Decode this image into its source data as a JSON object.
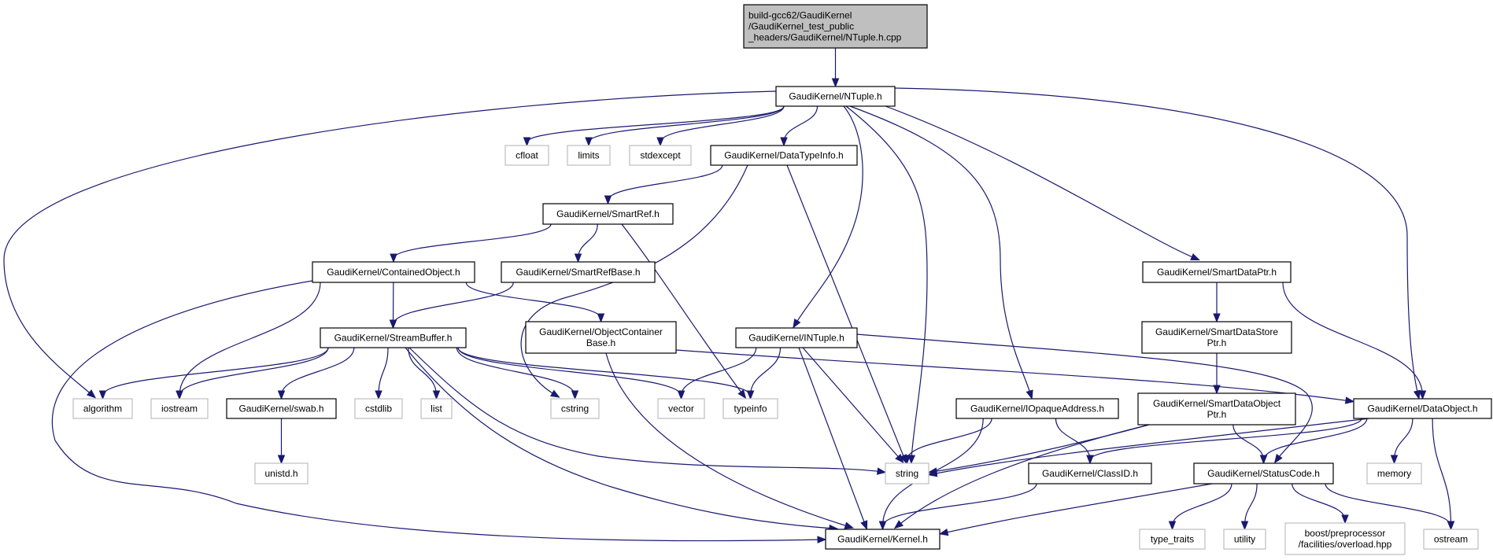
{
  "colors": {
    "edge": "#191970",
    "internal_border": "#000000",
    "external_border": "#bfbfbf",
    "root_fill": "#bfbfbf",
    "fill": "#ffffff"
  },
  "nodes": {
    "root": {
      "label": [
        "build-gcc62/GaudiKernel",
        "/GaudiKernel_test_public",
        "_headers/GaudiKernel/NTuple.h.cpp"
      ],
      "kind": "root"
    },
    "ntuple": {
      "label": [
        "GaudiKernel/NTuple.h"
      ],
      "kind": "internal"
    },
    "cfloat": {
      "label": [
        "cfloat"
      ],
      "kind": "external"
    },
    "limits": {
      "label": [
        "limits"
      ],
      "kind": "external"
    },
    "stdexcept": {
      "label": [
        "stdexcept"
      ],
      "kind": "external"
    },
    "datatypeinfo": {
      "label": [
        "GaudiKernel/DataTypeInfo.h"
      ],
      "kind": "internal"
    },
    "smartref": {
      "label": [
        "GaudiKernel/SmartRef.h"
      ],
      "kind": "internal"
    },
    "containedobject": {
      "label": [
        "GaudiKernel/ContainedObject.h"
      ],
      "kind": "internal"
    },
    "smartrefbase": {
      "label": [
        "GaudiKernel/SmartRefBase.h"
      ],
      "kind": "internal"
    },
    "streambuffer": {
      "label": [
        "GaudiKernel/StreamBuffer.h"
      ],
      "kind": "internal"
    },
    "objectcontainerbase": {
      "label": [
        "GaudiKernel/ObjectContainer",
        "Base.h"
      ],
      "kind": "internal"
    },
    "intuple": {
      "label": [
        "GaudiKernel/INTuple.h"
      ],
      "kind": "internal"
    },
    "smartdataptr": {
      "label": [
        "GaudiKernel/SmartDataPtr.h"
      ],
      "kind": "internal"
    },
    "smartdatastoreptr": {
      "label": [
        "GaudiKernel/SmartDataStore",
        "Ptr.h"
      ],
      "kind": "internal"
    },
    "smartdataobjectptr": {
      "label": [
        "GaudiKernel/SmartDataObject",
        "Ptr.h"
      ],
      "kind": "internal"
    },
    "dataobject": {
      "label": [
        "GaudiKernel/DataObject.h"
      ],
      "kind": "internal"
    },
    "iopaqueaddress": {
      "label": [
        "GaudiKernel/IOpaqueAddress.h"
      ],
      "kind": "internal"
    },
    "algorithm": {
      "label": [
        "algorithm"
      ],
      "kind": "external"
    },
    "iostream": {
      "label": [
        "iostream"
      ],
      "kind": "external"
    },
    "swab": {
      "label": [
        "GaudiKernel/swab.h"
      ],
      "kind": "internal"
    },
    "cstdlib": {
      "label": [
        "cstdlib"
      ],
      "kind": "external"
    },
    "list": {
      "label": [
        "list"
      ],
      "kind": "external"
    },
    "cstring": {
      "label": [
        "cstring"
      ],
      "kind": "external"
    },
    "vector": {
      "label": [
        "vector"
      ],
      "kind": "external"
    },
    "typeinfo": {
      "label": [
        "typeinfo"
      ],
      "kind": "external"
    },
    "unistd": {
      "label": [
        "unistd.h"
      ],
      "kind": "external"
    },
    "string": {
      "label": [
        "string"
      ],
      "kind": "external"
    },
    "classid": {
      "label": [
        "GaudiKernel/ClassID.h"
      ],
      "kind": "internal"
    },
    "statuscode": {
      "label": [
        "GaudiKernel/StatusCode.h"
      ],
      "kind": "internal"
    },
    "memory": {
      "label": [
        "memory"
      ],
      "kind": "external"
    },
    "kernel": {
      "label": [
        "GaudiKernel/Kernel.h"
      ],
      "kind": "internal"
    },
    "type_traits": {
      "label": [
        "type_traits"
      ],
      "kind": "external"
    },
    "utility": {
      "label": [
        "utility"
      ],
      "kind": "external"
    },
    "boost": {
      "label": [
        "boost/preprocessor",
        "/facilities/overload.hpp"
      ],
      "kind": "external"
    },
    "ostream": {
      "label": [
        "ostream"
      ],
      "kind": "external"
    }
  },
  "edges": [
    [
      "root",
      "ntuple"
    ],
    [
      "ntuple",
      "algorithm"
    ],
    [
      "ntuple",
      "cfloat"
    ],
    [
      "ntuple",
      "limits"
    ],
    [
      "ntuple",
      "stdexcept"
    ],
    [
      "ntuple",
      "datatypeinfo"
    ],
    [
      "ntuple",
      "string"
    ],
    [
      "ntuple",
      "intuple"
    ],
    [
      "ntuple",
      "iopaqueaddress"
    ],
    [
      "ntuple",
      "smartdataptr"
    ],
    [
      "ntuple",
      "dataobject"
    ],
    [
      "datatypeinfo",
      "smartref"
    ],
    [
      "datatypeinfo",
      "cstring"
    ],
    [
      "datatypeinfo",
      "string"
    ],
    [
      "smartref",
      "containedobject"
    ],
    [
      "smartref",
      "smartrefbase"
    ],
    [
      "smartref",
      "typeinfo"
    ],
    [
      "containedobject",
      "streambuffer"
    ],
    [
      "containedobject",
      "objectcontainerbase"
    ],
    [
      "containedobject",
      "iostream"
    ],
    [
      "containedobject",
      "kernel"
    ],
    [
      "smartrefbase",
      "streambuffer"
    ],
    [
      "streambuffer",
      "algorithm"
    ],
    [
      "streambuffer",
      "iostream"
    ],
    [
      "streambuffer",
      "swab"
    ],
    [
      "streambuffer",
      "cstdlib"
    ],
    [
      "streambuffer",
      "list"
    ],
    [
      "streambuffer",
      "cstring"
    ],
    [
      "streambuffer",
      "vector"
    ],
    [
      "streambuffer",
      "typeinfo"
    ],
    [
      "streambuffer",
      "string"
    ],
    [
      "streambuffer",
      "kernel"
    ],
    [
      "swab",
      "unistd"
    ],
    [
      "objectcontainerbase",
      "dataobject"
    ],
    [
      "objectcontainerbase",
      "kernel"
    ],
    [
      "intuple",
      "vector"
    ],
    [
      "intuple",
      "typeinfo"
    ],
    [
      "intuple",
      "string"
    ],
    [
      "intuple",
      "kernel"
    ],
    [
      "intuple",
      "statuscode"
    ],
    [
      "smartdataptr",
      "smartdatastoreptr"
    ],
    [
      "smartdataptr",
      "dataobject"
    ],
    [
      "smartdatastoreptr",
      "smartdataobjectptr"
    ],
    [
      "smartdataobjectptr",
      "string"
    ],
    [
      "smartdataobjectptr",
      "kernel"
    ],
    [
      "smartdataobjectptr",
      "statuscode"
    ],
    [
      "iopaqueaddress",
      "string"
    ],
    [
      "iopaqueaddress",
      "kernel"
    ],
    [
      "iopaqueaddress",
      "classid"
    ],
    [
      "dataobject",
      "string"
    ],
    [
      "dataobject",
      "classid"
    ],
    [
      "dataobject",
      "statuscode"
    ],
    [
      "dataobject",
      "memory"
    ],
    [
      "dataobject",
      "ostream"
    ],
    [
      "classid",
      "kernel"
    ],
    [
      "statuscode",
      "kernel"
    ],
    [
      "statuscode",
      "type_traits"
    ],
    [
      "statuscode",
      "utility"
    ],
    [
      "statuscode",
      "boost"
    ],
    [
      "statuscode",
      "ostream"
    ]
  ]
}
